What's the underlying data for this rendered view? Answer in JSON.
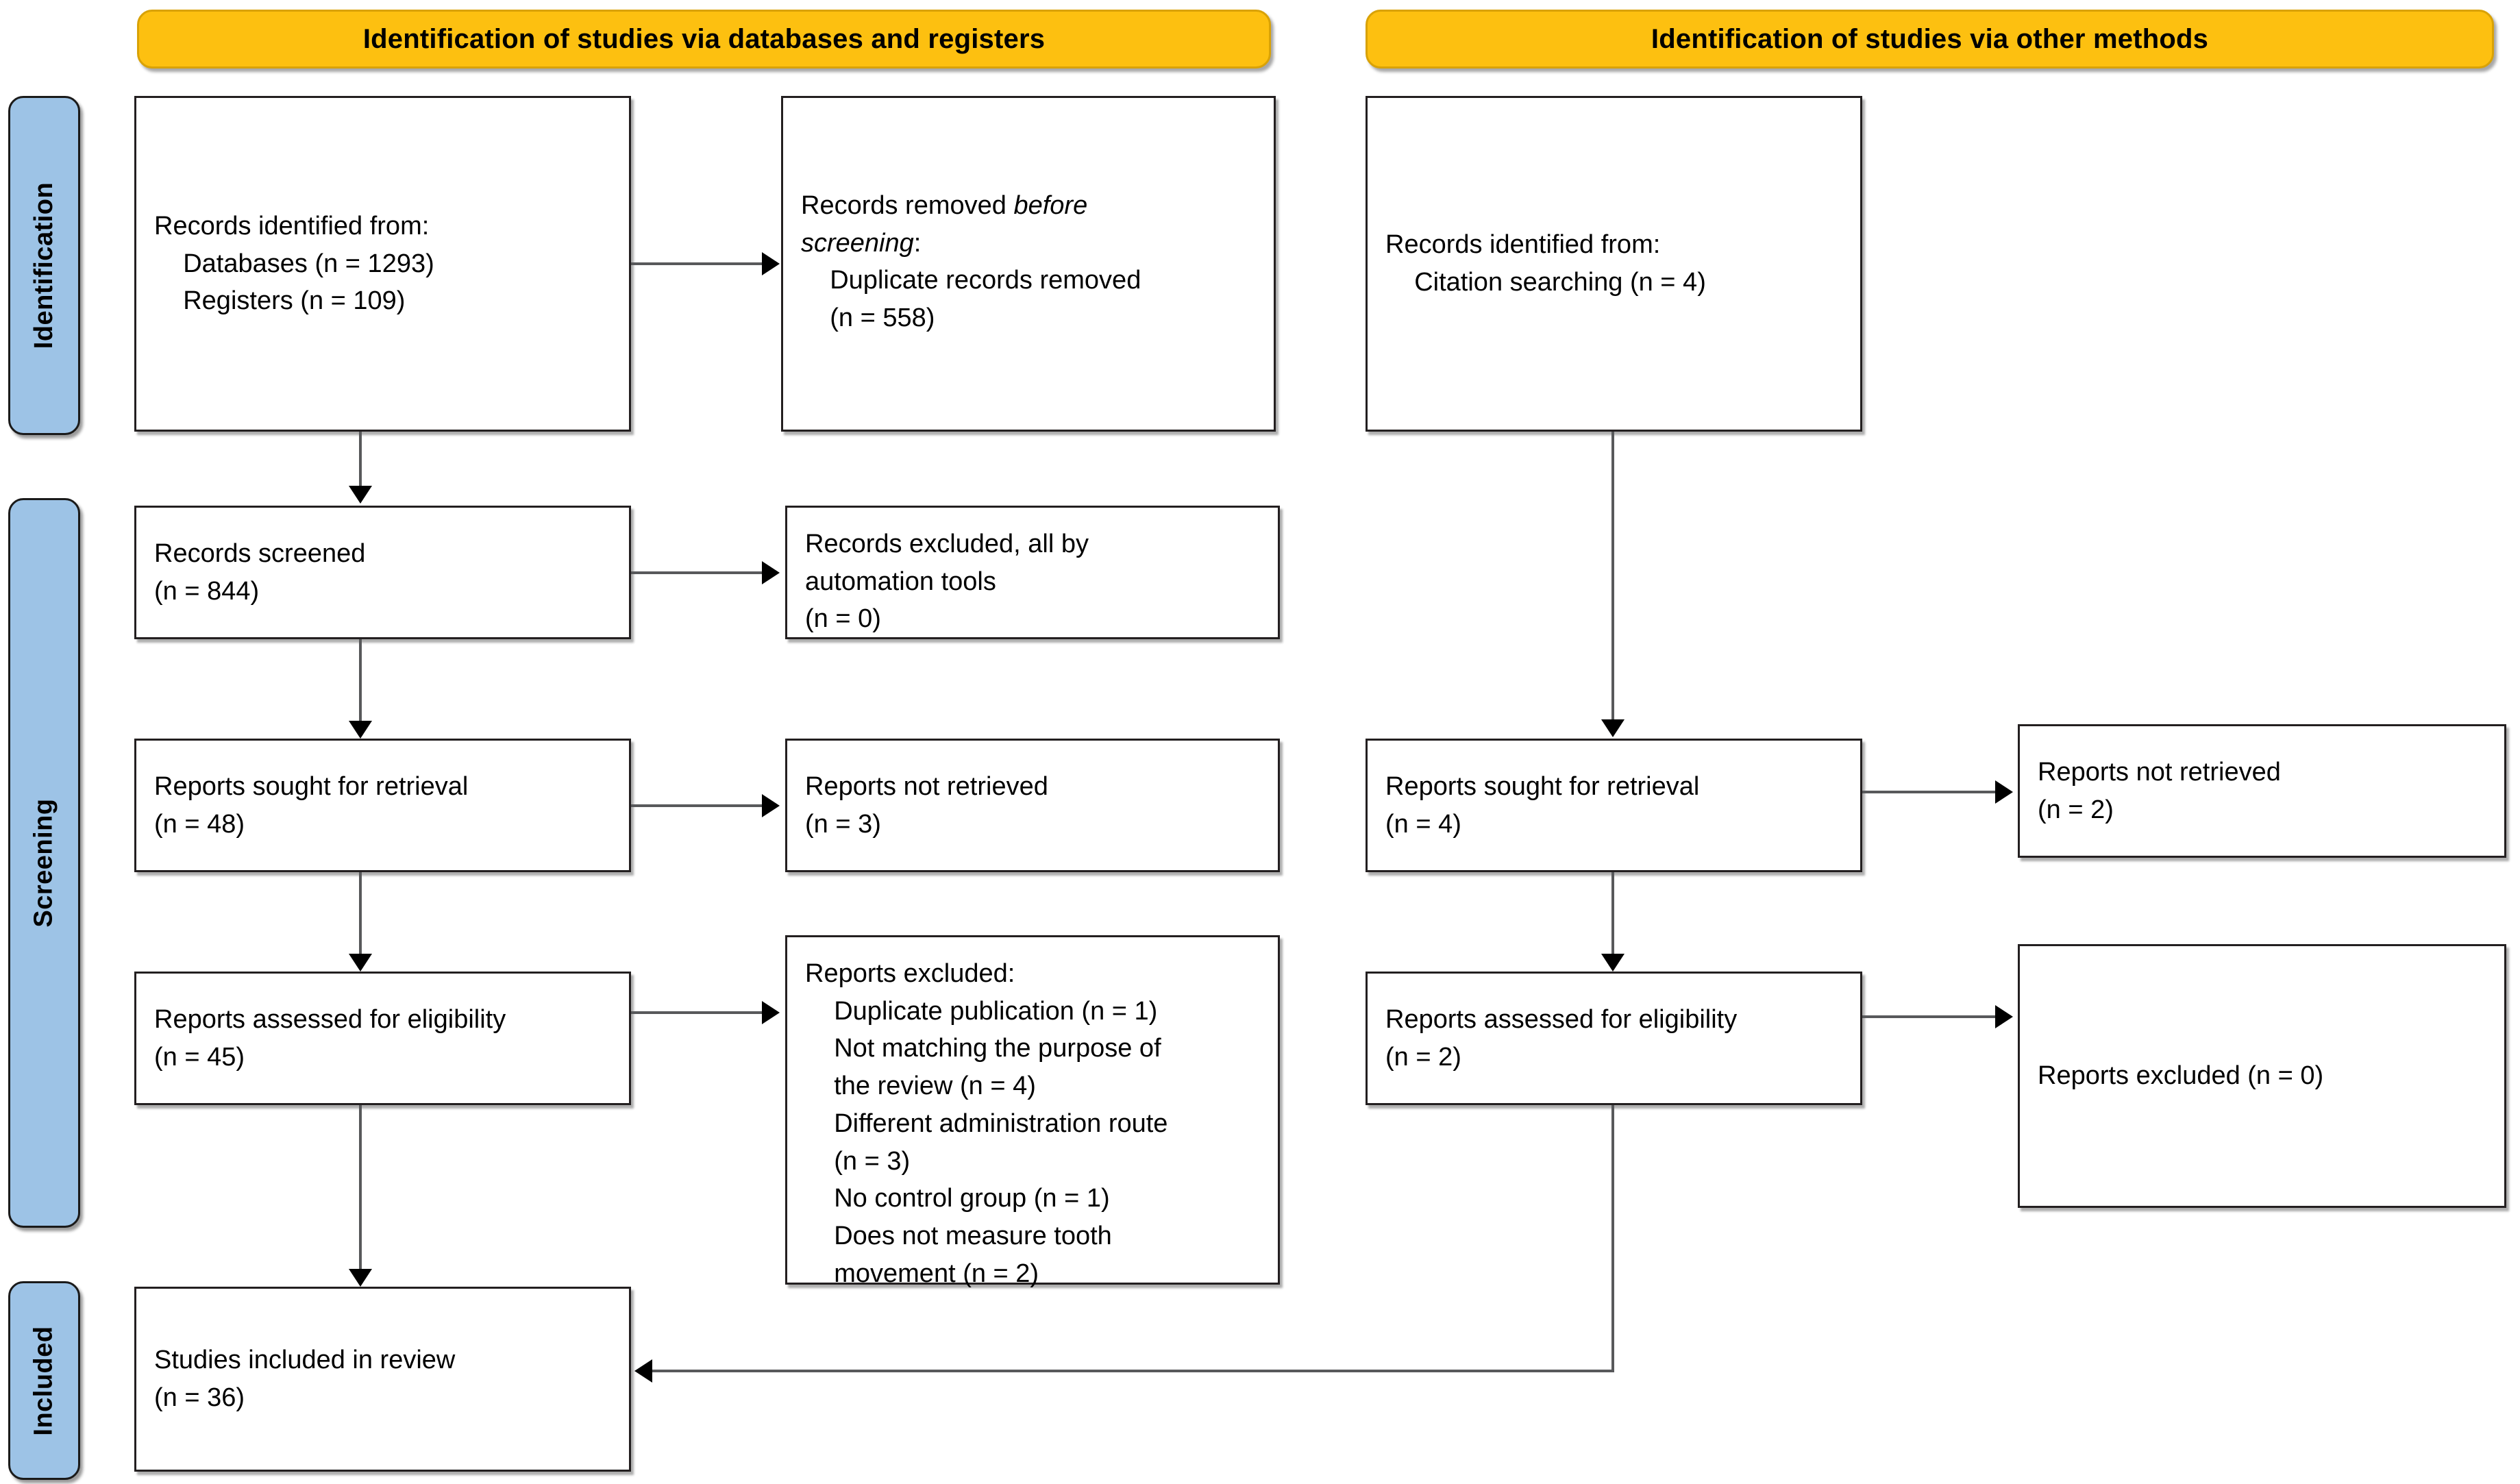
{
  "diagram": {
    "title": "PRISMA 2020 flow diagram",
    "colors": {
      "header_fill": "#FDC010",
      "header_border": "#D9A206",
      "stage_fill": "#9DC3E6",
      "box_border": "#231f20",
      "connector": "#58595b"
    }
  },
  "headers": [
    {
      "id": "databases",
      "label": "Identification of studies via databases and registers"
    },
    {
      "id": "other",
      "label": "Identification of studies via other methods"
    }
  ],
  "stages": [
    {
      "id": "identification",
      "label": "Identification"
    },
    {
      "id": "screening",
      "label": "Screening"
    },
    {
      "id": "included",
      "label": "Included"
    }
  ],
  "boxes": {
    "records_identified_db": {
      "line1": "Records identified from:",
      "line2": "    Databases (n = 1293)",
      "line3": "    Registers (n = 109)"
    },
    "records_removed": {
      "line1_a": "Records removed ",
      "line1_em": "before",
      "line2_em": "screening",
      "line2_a": ":",
      "line3": "    Duplicate records removed",
      "line4": "    (n = 558)"
    },
    "records_screened": {
      "line1": "Records screened",
      "line2": "(n = 844)"
    },
    "records_excluded": {
      "line1": "Records excluded, all by",
      "line2": "automation tools",
      "line3": "(n = 0)"
    },
    "reports_sought_db": {
      "line1": "Reports sought for retrieval",
      "line2": "(n = 48)"
    },
    "reports_not_retrieved_db": {
      "line1": "Reports not retrieved",
      "line2": "(n = 3)"
    },
    "reports_assessed_db": {
      "line1": "Reports assessed for eligibility",
      "line2": "(n = 45)"
    },
    "reports_excluded_db": {
      "line1": "Reports excluded:",
      "line2": "    Duplicate publication (n = 1)",
      "line3": "    Not matching the purpose of",
      "line4": "    the review (n = 4)",
      "line5": "    Different administration route",
      "line6": "    (n = 3)",
      "line7": "    No control group (n = 1)",
      "line8": "    Does not measure tooth",
      "line9": "    movement (n = 2)"
    },
    "studies_included": {
      "line1": "Studies included in review",
      "line2": "(n = 36)"
    },
    "records_identified_other": {
      "line1": "Records identified from:",
      "line2": "    Citation searching (n = 4)"
    },
    "reports_sought_other": {
      "line1": "Reports sought for retrieval",
      "line2": "(n = 4)"
    },
    "reports_not_retrieved_other": {
      "line1": "Reports not retrieved",
      "line2": "(n = 2)"
    },
    "reports_assessed_other": {
      "line1": "Reports assessed for eligibility",
      "line2": "(n = 2)"
    },
    "reports_excluded_other": {
      "line1": "Reports excluded (n = 0)"
    }
  },
  "chart_data": {
    "type": "flowchart",
    "title": "PRISMA 2020 flow diagram",
    "branches": [
      {
        "name": "Identification of studies via databases and registers",
        "nodes": [
          {
            "stage": "Identification",
            "label": "Records identified from: Databases",
            "n": 1293
          },
          {
            "stage": "Identification",
            "label": "Records identified from: Registers",
            "n": 109
          },
          {
            "stage": "Identification",
            "label": "Duplicate records removed before screening",
            "n": 558
          },
          {
            "stage": "Screening",
            "label": "Records screened",
            "n": 844
          },
          {
            "stage": "Screening",
            "label": "Records excluded, all by automation tools",
            "n": 0
          },
          {
            "stage": "Screening",
            "label": "Reports sought for retrieval",
            "n": 48
          },
          {
            "stage": "Screening",
            "label": "Reports not retrieved",
            "n": 3
          },
          {
            "stage": "Screening",
            "label": "Reports assessed for eligibility",
            "n": 45
          },
          {
            "stage": "Screening",
            "label": "Reports excluded: Duplicate publication",
            "n": 1
          },
          {
            "stage": "Screening",
            "label": "Reports excluded: Not matching the purpose of the review",
            "n": 4
          },
          {
            "stage": "Screening",
            "label": "Reports excluded: Different administration route",
            "n": 3
          },
          {
            "stage": "Screening",
            "label": "Reports excluded: No control group",
            "n": 1
          },
          {
            "stage": "Screening",
            "label": "Reports excluded: Does not measure tooth movement",
            "n": 2
          }
        ]
      },
      {
        "name": "Identification of studies via other methods",
        "nodes": [
          {
            "stage": "Identification",
            "label": "Records identified from: Citation searching",
            "n": 4
          },
          {
            "stage": "Screening",
            "label": "Reports sought for retrieval",
            "n": 4
          },
          {
            "stage": "Screening",
            "label": "Reports not retrieved",
            "n": 2
          },
          {
            "stage": "Screening",
            "label": "Reports assessed for eligibility",
            "n": 2
          },
          {
            "stage": "Screening",
            "label": "Reports excluded",
            "n": 0
          }
        ]
      }
    ],
    "result": {
      "stage": "Included",
      "label": "Studies included in review",
      "n": 36
    }
  }
}
